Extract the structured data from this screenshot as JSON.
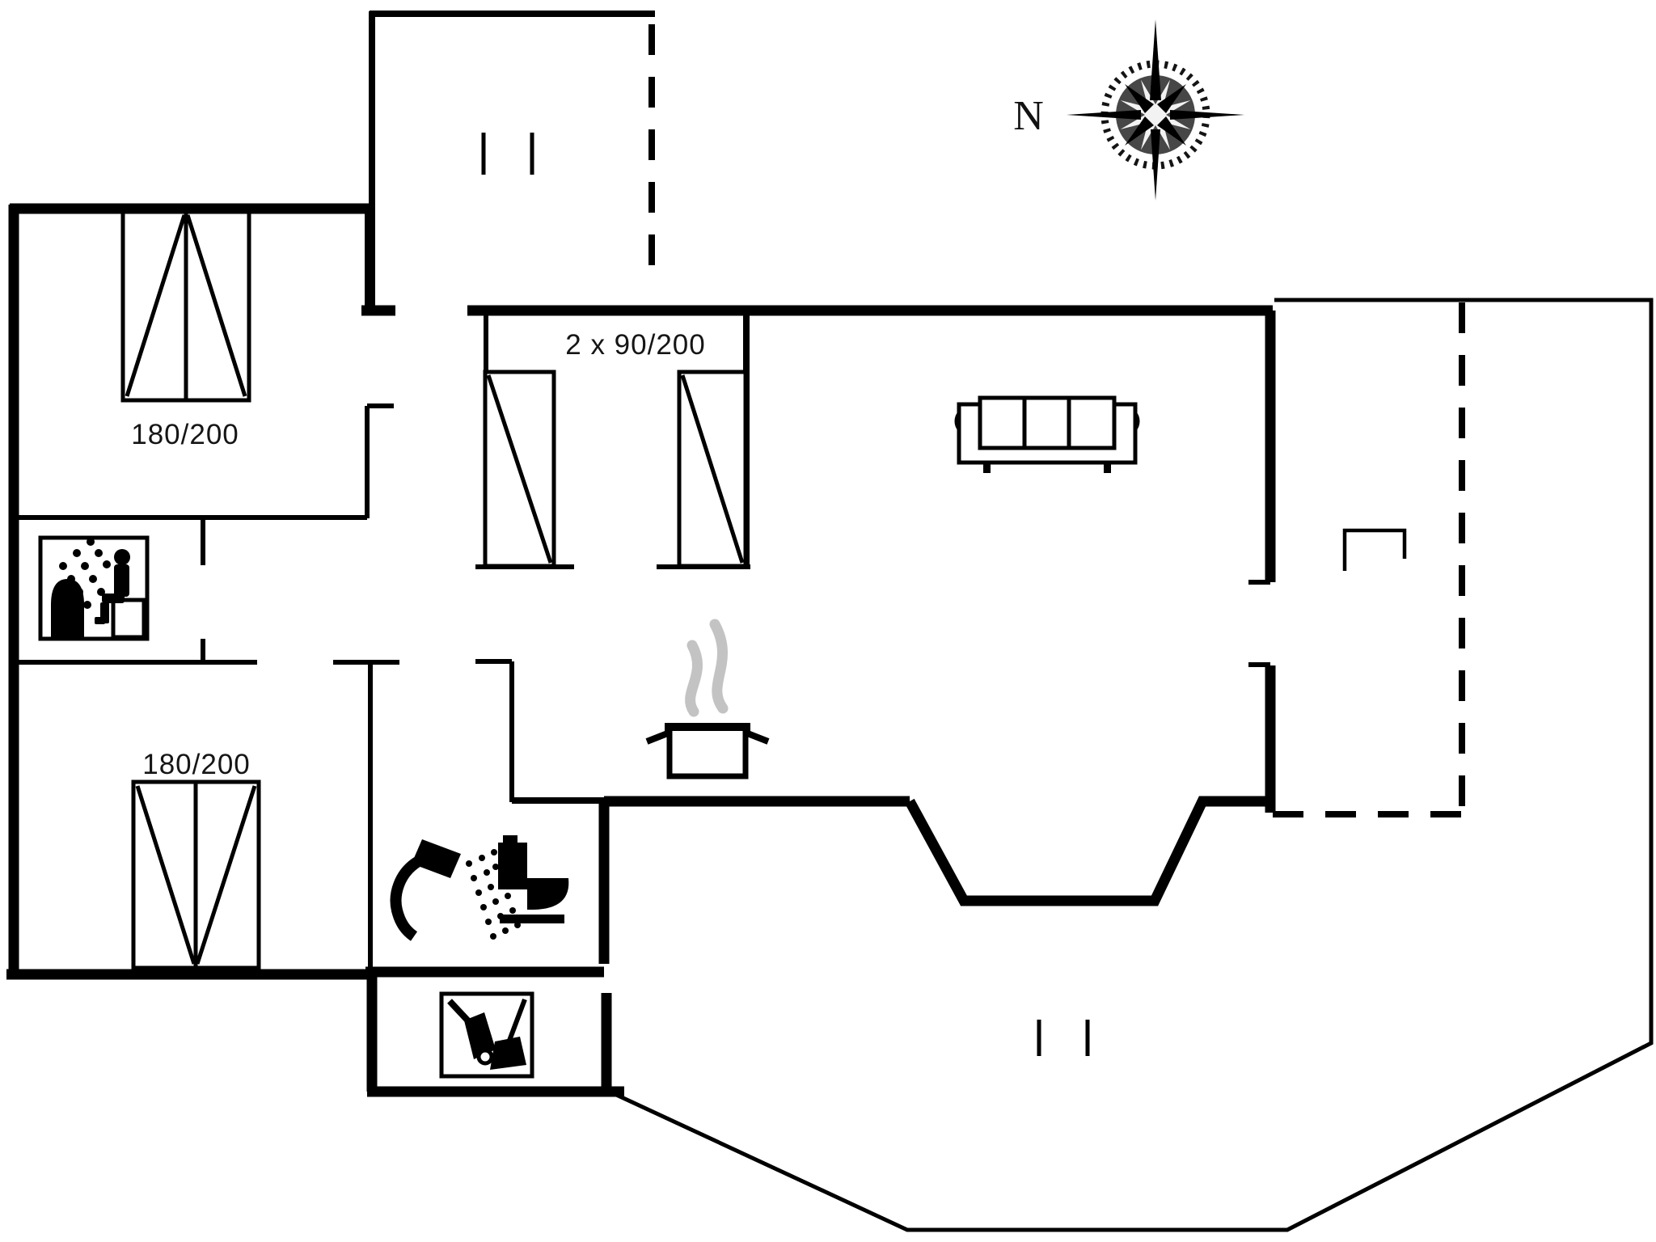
{
  "plan": {
    "type": "floor-plan",
    "labels": {
      "bed_top": "180/200",
      "bed_bottom": "180/200",
      "single_beds": "2 x 90/200",
      "north": "N"
    },
    "colors": {
      "ink": "#000000",
      "steam_gray": "#c3c3c3",
      "label_text": "#151515",
      "background": "#ffffff"
    },
    "icons": [
      "compass-rose-icon",
      "double-bed-icon",
      "double-bed-icon",
      "single-bed-icon",
      "single-bed-icon",
      "sofa-icon",
      "cooking-pot-icon",
      "sauna-icon",
      "shower-icon",
      "toilet-icon",
      "cleaning-equipment-icon",
      "fireplace-icon",
      "window-marks-icon",
      "window-marks-icon"
    ]
  }
}
